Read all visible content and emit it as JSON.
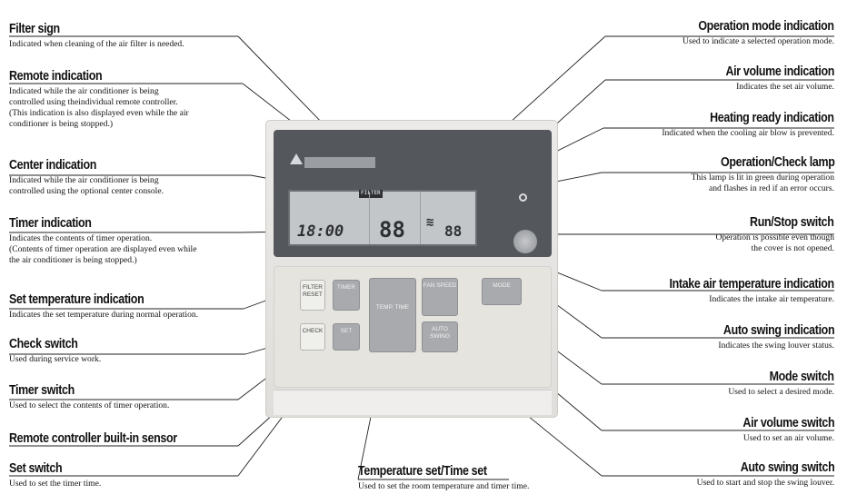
{
  "left": [
    {
      "title": "Filter sign",
      "desc": [
        "Indicated when cleaning of the air filter is needed."
      ]
    },
    {
      "title": "Remote indication",
      "desc": [
        "Indicated while the air conditioner is being",
        "controlled using theindividual remote controller.",
        "(This indication is also displayed even while the air",
        "conditioner is being stopped.)"
      ]
    },
    {
      "title": "Center indication",
      "desc": [
        "Indicated while the air conditioner is being",
        "controlled using the optional center console."
      ]
    },
    {
      "title": "Timer indication",
      "desc": [
        "Indicates the contents of timer operation.",
        "(Contents of timer operation are displayed even while",
        "the air conditioner is being stopped.)"
      ]
    },
    {
      "title": "Set temperature indication",
      "desc": [
        "Indicates the set temperature during normal operation."
      ]
    },
    {
      "title": "Check switch",
      "desc": [
        "Used during service work."
      ]
    },
    {
      "title": "Timer switch",
      "desc": [
        "Used to select the contents of timer operation."
      ]
    },
    {
      "title": "Remote controller built-in sensor",
      "desc": []
    },
    {
      "title": "Set switch",
      "desc": [
        "Used to set the timer time."
      ]
    }
  ],
  "right": [
    {
      "title": "Operation mode indication",
      "desc": [
        "Used to indicate a selected operation mode."
      ]
    },
    {
      "title": "Air volume indication",
      "desc": [
        "Indicates the set air volume."
      ]
    },
    {
      "title": "Heating ready indication",
      "desc": [
        "Indicated when the cooling air blow is prevented."
      ]
    },
    {
      "title": "Operation/Check lamp",
      "desc": [
        "This lamp is lit in green during operation",
        "and flashes in red if an error occurs."
      ]
    },
    {
      "title": "Run/Stop switch",
      "desc": [
        "Operation is possible even though",
        "the cover is not opened."
      ]
    },
    {
      "title": "Intake air temperature indication",
      "desc": [
        "Indicates the intake air temperature."
      ]
    },
    {
      "title": "Auto swing indication",
      "desc": [
        "Indicates the swing louver status."
      ]
    },
    {
      "title": "Mode switch",
      "desc": [
        "Used to select a desired mode."
      ]
    },
    {
      "title": "Air volume switch",
      "desc": [
        "Used to set an air volume."
      ]
    },
    {
      "title": "Auto swing switch",
      "desc": [
        "Used to start and stop the swing louver."
      ]
    }
  ],
  "bottom": {
    "title": "Temperature set/Time set",
    "desc": [
      "Used to set the room temperature and timer time."
    ]
  },
  "device": {
    "filter_tag": "FILTER",
    "timer_digits": "18:00",
    "set_digits": "88",
    "intake_digits": "88",
    "buttons": {
      "filter_reset": "FILTER RESET",
      "timer": "TIMER",
      "check": "CHECK",
      "set": "SET",
      "temp_time": "TEMP. TIME",
      "fan_speed": "FAN SPEED",
      "mode": "MODE",
      "auto_swing": "AUTO SWING"
    }
  }
}
